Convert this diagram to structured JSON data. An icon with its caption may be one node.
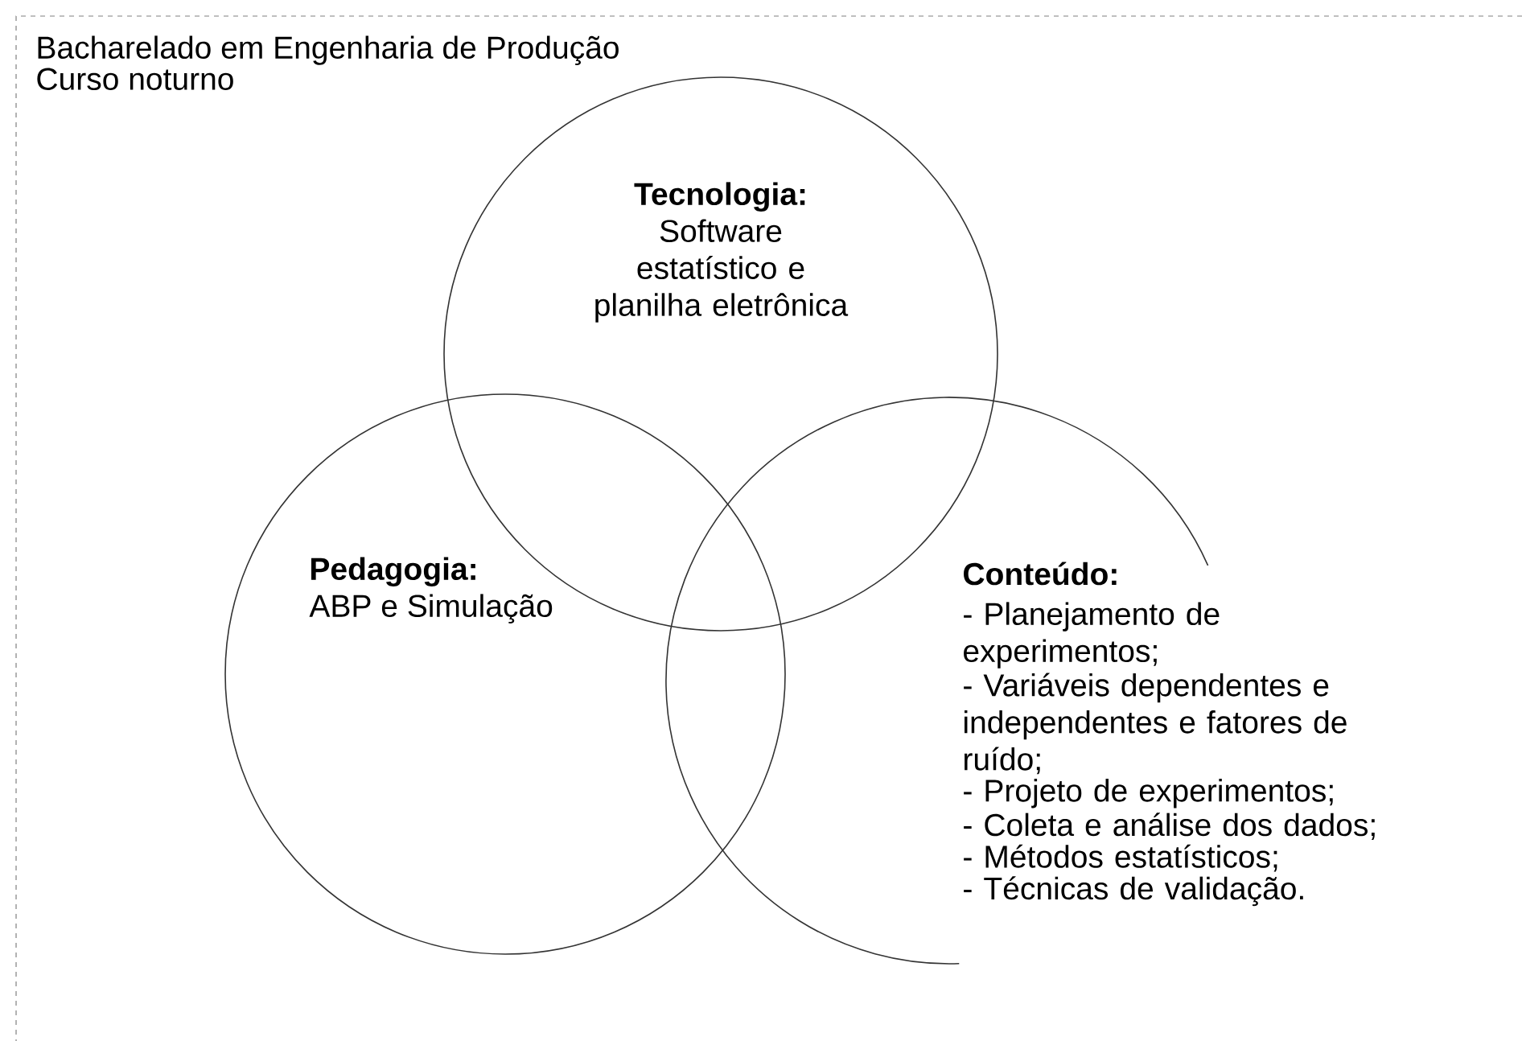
{
  "diagram": {
    "nodes": [
      {
        "text": [
          "Bacharelado em Engenharia de Produção",
          "Curso noturno"
        ]
      },
      {
        "text": [
          "Tecnologia:",
          "Software estatístico e planilha eletrônica"
        ],
        "in": 0
      },
      {
        "text": [
          "Pedagogia:",
          "ABP e Simulação"
        ],
        "in": 0
      },
      {
        "text": [
          "Conteúdo:",
          "- Planejamento de experimentos;",
          "- Variáveis dependentes e independentes e fatores de ruído;",
          "- Projeto de experimentos;",
          "- Coleta e análise dos dados;",
          "- Métodos estatísticos;",
          "- Técnicas de validação."
        ],
        "in": 0
      }
    ]
  }
}
